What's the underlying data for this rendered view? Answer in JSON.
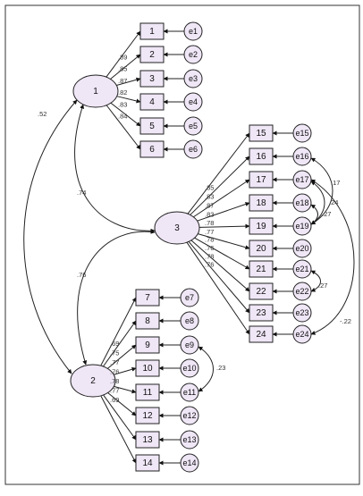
{
  "latents": [
    {
      "id": "1",
      "label": "1"
    },
    {
      "id": "2",
      "label": "2"
    },
    {
      "id": "3",
      "label": "3"
    }
  ],
  "observed": {
    "f1": [
      {
        "id": "1",
        "label": "1",
        "error": "e1",
        "loading": ".89"
      },
      {
        "id": "2",
        "label": "2",
        "error": "e2",
        "loading": ".85"
      },
      {
        "id": "3",
        "label": "3",
        "error": "e3",
        "loading": ".87"
      },
      {
        "id": "4",
        "label": "4",
        "error": "e4",
        "loading": ".82"
      },
      {
        "id": "5",
        "label": "5",
        "error": "e5",
        "loading": ".83"
      },
      {
        "id": "6",
        "label": "6",
        "error": "e6",
        "loading": ".84"
      }
    ],
    "f2": [
      {
        "id": "7",
        "label": "7",
        "error": "e7",
        "loading": ".69"
      },
      {
        "id": "8",
        "label": "8",
        "error": "e8",
        "loading": ".75"
      },
      {
        "id": "9",
        "label": "9",
        "error": "e9",
        "loading": ".77"
      },
      {
        "id": "10",
        "label": "10",
        "error": "e10",
        "loading": ".76"
      },
      {
        "id": "11",
        "label": "11",
        "error": "e11",
        "loading": ".78"
      },
      {
        "id": "12",
        "label": "12",
        "error": "e12",
        "loading": ".77"
      },
      {
        "id": "13",
        "label": "13",
        "error": "e13",
        "loading": ".69"
      },
      {
        "id": "14",
        "label": "14",
        "error": "e14",
        "loading": ""
      }
    ],
    "f3": [
      {
        "id": "15",
        "label": "15",
        "error": "e15",
        "loading": ".85"
      },
      {
        "id": "16",
        "label": "16",
        "error": "e16",
        "loading": ".83"
      },
      {
        "id": "17",
        "label": "17",
        "error": "e17",
        "loading": ".87"
      },
      {
        "id": "18",
        "label": "18",
        "error": "e18",
        "loading": ".83"
      },
      {
        "id": "19",
        "label": "19",
        "error": "e19",
        "loading": ".78"
      },
      {
        "id": "20",
        "label": "20",
        "error": "e20",
        "loading": ".77"
      },
      {
        "id": "21",
        "label": "21",
        "error": "e21",
        "loading": ".78"
      },
      {
        "id": "22",
        "label": "22",
        "error": "e22",
        "loading": ".76"
      },
      {
        "id": "23",
        "label": "23",
        "error": "e23",
        "loading": ".78"
      },
      {
        "id": "24",
        "label": "24",
        "error": "e24",
        "loading": ".76"
      }
    ]
  },
  "factor_correlations": [
    {
      "id": "r12",
      "value": ".52"
    },
    {
      "id": "r13",
      "value": ".74"
    },
    {
      "id": "r23",
      "value": ".76"
    }
  ],
  "error_covariances": [
    {
      "id": "c_e16_e19",
      "value": ".17"
    },
    {
      "id": "c_e17_e19",
      "value": ".24"
    },
    {
      "id": "c_e18_e19",
      "value": ".27"
    },
    {
      "id": "c_e21_e22",
      "value": ".27"
    },
    {
      "id": "c_e9_e11",
      "value": ".23"
    },
    {
      "id": "c_e17_e24",
      "value": "-.22"
    }
  ],
  "colors": {
    "fill": "#efe6f6",
    "stroke": "#222222",
    "background": "#ffffff"
  }
}
